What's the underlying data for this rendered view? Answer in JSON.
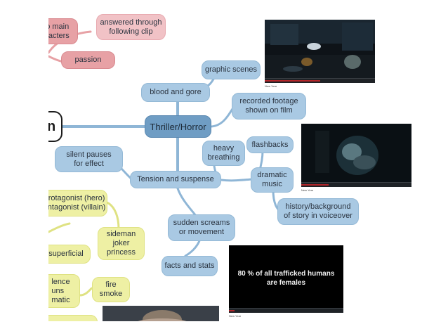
{
  "central": {
    "label": "Thriller/Horror"
  },
  "root_partial": {
    "label": "n"
  },
  "branches": {
    "blood_and_gore": "blood and gore",
    "graphic_scenes": "graphic scenes",
    "recorded_footage": "recorded footage\nshown on film",
    "tension_and_suspense": "Tension and suspense",
    "silent_pauses": "silent pauses\nfor effect",
    "heavy_breathing": "heavy\nbreathing",
    "flashbacks": "flashbacks",
    "dramatic_music": "dramatic\nmusic",
    "history_background": "history/background\nof story in voiceover",
    "sudden_screams": "sudden screams\nor movement",
    "facts_and_stats": "facts and stats"
  },
  "left_partial": {
    "main_characters": "o main\nracters",
    "answered_clip": "answered through\nfollowing clip",
    "passion": "passion",
    "protagonist": "protagonist (hero)\nantagonist (villain)",
    "sideman": "sideman\njoker\nprincess",
    "superficial": "superficial",
    "violence": "lence\nuns\nmatic",
    "fire_smoke": "fire\nsmoke"
  },
  "screenshots": {
    "shot1_caption": "New Year",
    "shot2_caption": "New Year",
    "shot3_caption": "New Year",
    "stat_text": "80 % of all trafficked humans\nare females"
  },
  "colors": {
    "blue_node": "#a9c9e3",
    "center_node": "#6f9dc4",
    "connector": "#8fb6d6",
    "pink_node": "#f1c2c6",
    "red_node": "#e7a1a5",
    "yellow_node": "#eef0a4"
  }
}
